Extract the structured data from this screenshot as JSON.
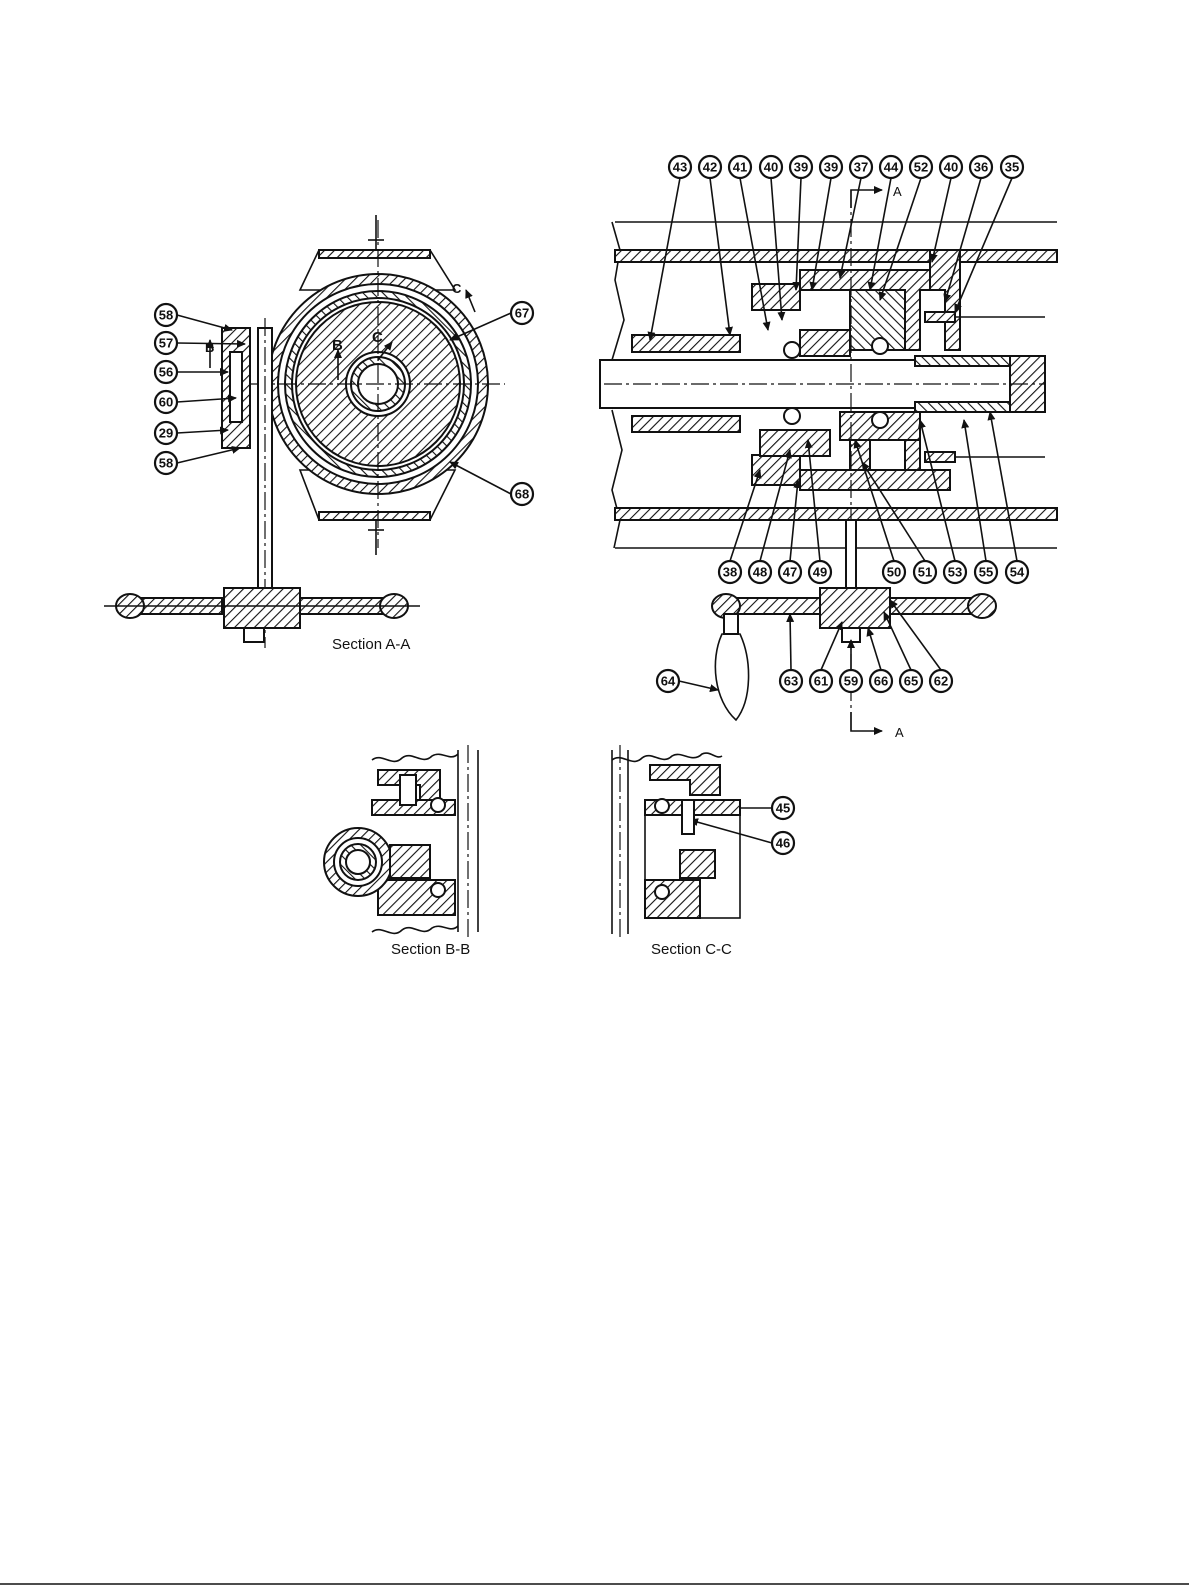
{
  "captions": {
    "section_aa": "Section A-A",
    "section_bb": "Section B-B",
    "section_cc": "Section C-C"
  },
  "section_marks": {
    "a": "A",
    "b": "B",
    "c": "C"
  },
  "balloons": {
    "main_top": [
      "43",
      "42",
      "41",
      "40",
      "39",
      "39",
      "37",
      "44",
      "52",
      "40",
      "36",
      "35"
    ],
    "main_bottom": [
      "38",
      "48",
      "47",
      "49",
      "50",
      "51",
      "53",
      "55",
      "54"
    ],
    "handwheel": [
      "64",
      "63",
      "61",
      "59",
      "66",
      "65",
      "62"
    ],
    "section_aa_left": [
      "58",
      "57",
      "56",
      "60",
      "29",
      "58"
    ],
    "section_aa_right": [
      "67",
      "68"
    ],
    "section_cc": [
      "45",
      "46"
    ]
  }
}
